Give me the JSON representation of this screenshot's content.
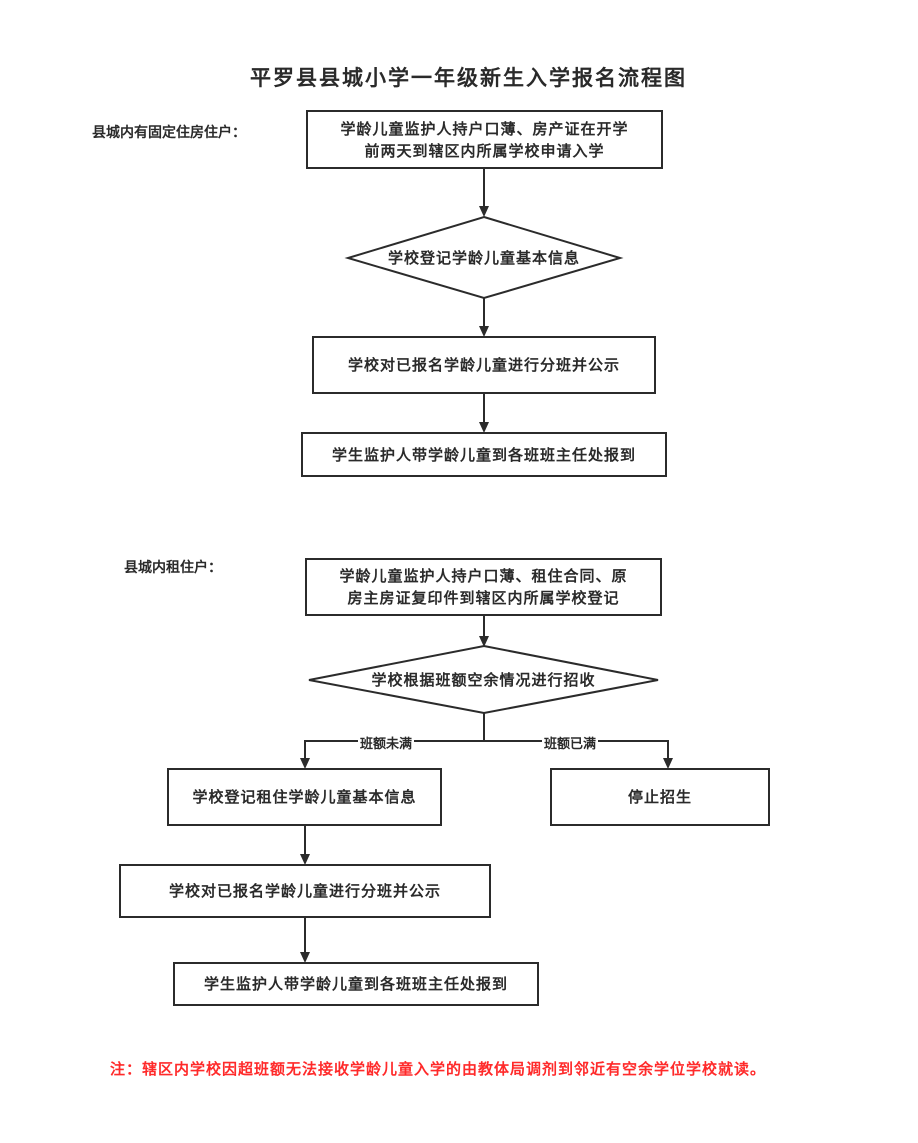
{
  "title": "平罗县县城小学一年级新生入学报名流程图",
  "sections": {
    "fixed_housing": {
      "label": "县城内有固定住房住户：",
      "steps": {
        "apply": [
          "学龄儿童监护人持户口薄、房产证在开学",
          "前两天到辖区内所属学校申请入学"
        ],
        "register": "学校登记学龄儿童基本信息",
        "assign": "学校对已报名学龄儿童进行分班并公示",
        "report": "学生监护人带学龄儿童到各班班主任处报到"
      }
    },
    "renters": {
      "label": "县城内租住户：",
      "steps": {
        "apply": [
          "学龄儿童监护人持户口薄、租住合同、原",
          "房主房证复印件到辖区内所属学校登记"
        ],
        "decision": "学校根据班额空余情况进行招收",
        "branch_not_full": "班额未满",
        "branch_full": "班额已满",
        "register": "学校登记租住学龄儿童基本信息",
        "stop": "停止招生",
        "assign": "学校对已报名学龄儿童进行分班并公示",
        "report": "学生监护人带学龄儿童到各班班主任处报到"
      }
    }
  },
  "note": "注：辖区内学校因超班额无法接收学龄儿童入学的由教体局调剂到邻近有空余学位学校就读。",
  "colors": {
    "stroke": "#2b2b2b",
    "note": "#ff2a2a"
  }
}
